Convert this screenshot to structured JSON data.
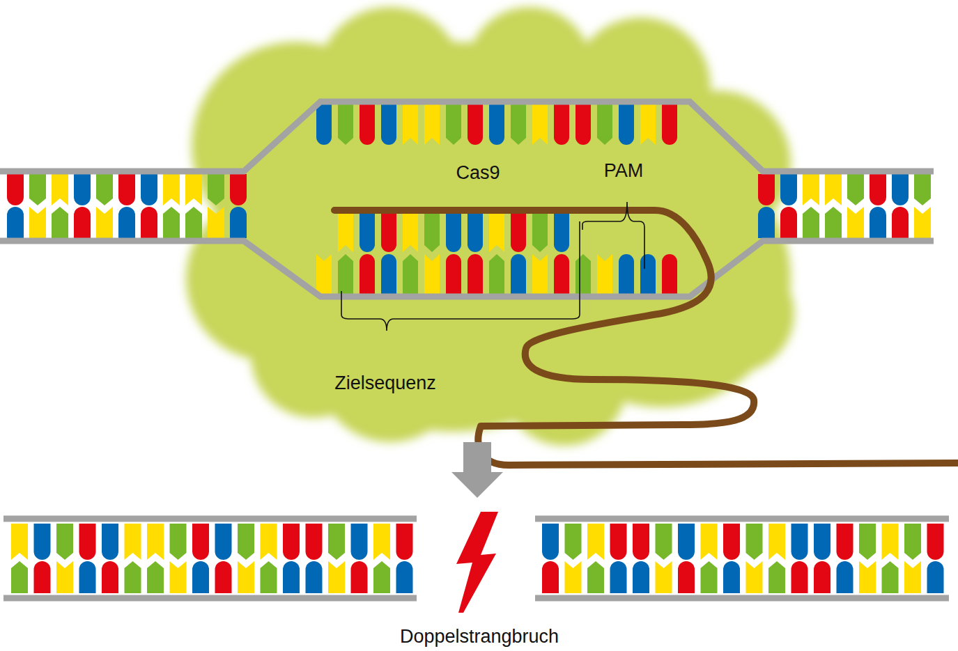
{
  "diagram": {
    "labels": [
      "Cas9",
      "PAM",
      "Zielsequenz",
      "Doppelstrangbruch"
    ]
  }
}
